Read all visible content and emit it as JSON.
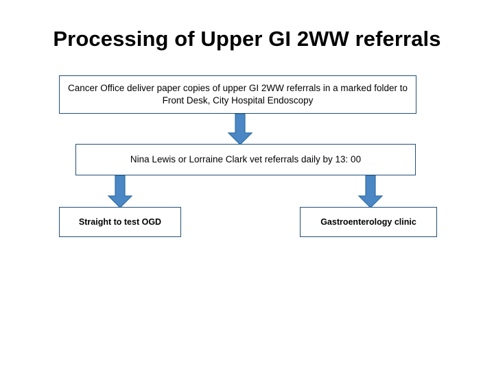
{
  "slide": {
    "title": "Processing of Upper GI 2WW referrals",
    "background_color": "#FFFFFF",
    "accent_color": "#1F4E79",
    "arrow_fill_color": "#4A87C4",
    "arrow_outline_color": "#2E6DA4"
  },
  "nodes": [
    {
      "id": "cancer-office",
      "text": "Cancer Office deliver paper copies of upper GI 2WW referrals in a marked folder to Front Desk, City Hospital Endoscopy"
    },
    {
      "id": "vet-referrals",
      "text": "Nina Lewis or Lorraine Clark vet referrals daily by 13: 00"
    },
    {
      "id": "straight-ogd",
      "text": "Straight to test OGD"
    },
    {
      "id": "gastro-clinic",
      "text": "Gastroenterology  clinic"
    }
  ],
  "arrows": [
    {
      "id": "arrow-office-to-vet",
      "direction": "down"
    },
    {
      "id": "arrow-vet-to-ogd",
      "direction": "down"
    },
    {
      "id": "arrow-vet-to-clinic",
      "direction": "down"
    }
  ]
}
